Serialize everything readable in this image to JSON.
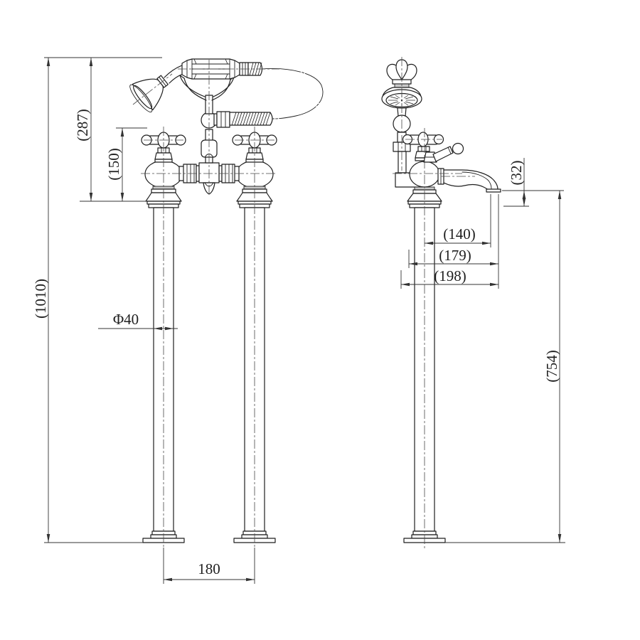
{
  "drawing": {
    "kind": "technical dimension drawing",
    "subject": "freestanding bath shower mixer tap — front view and side view",
    "background_color": "#ffffff",
    "line_color": "#1f1f1f"
  },
  "dimensions": {
    "front": {
      "overall_height": "(1010)",
      "handset_top_to_pipe_top": "(287)",
      "handle_top_to_pipe_top": "(150)",
      "pipe_diameter": "Φ40",
      "pipe_spacing": "180"
    },
    "side": {
      "spout_outlet_drop": "(32)",
      "reach_center_to_outlet": "(140)",
      "reach_mid": "(179)",
      "reach_overall": "(198)",
      "outlet_height_above_floor": "(754)"
    }
  }
}
